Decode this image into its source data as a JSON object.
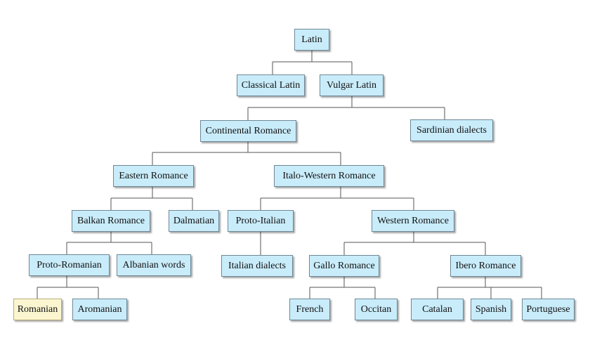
{
  "colors": {
    "node_fill": "#c9ecfa",
    "highlight_fill": "#fbf6d0",
    "line": "#555555"
  },
  "nodes": {
    "latin": "Latin",
    "classical_latin": "Classical Latin",
    "vulgar_latin": "Vulgar Latin",
    "continental_romance": "Continental Romance",
    "sardinian_dialects": "Sardinian dialects",
    "eastern_romance": "Eastern Romance",
    "italo_western_romance": "Italo-Western Romance",
    "balkan_romance": "Balkan Romance",
    "dalmatian": "Dalmatian",
    "proto_italian": "Proto-Italian",
    "western_romance": "Western Romance",
    "proto_romanian": "Proto-Romanian",
    "albanian_words": "Albanian words",
    "italian_dialects": "Italian dialects",
    "gallo_romance": "Gallo Romance",
    "ibero_romance": "Ibero Romance",
    "romanian": "Romanian",
    "aromanian": "Aromanian",
    "french": "French",
    "occitan": "Occitan",
    "catalan": "Catalan",
    "spanish": "Spanish",
    "portuguese": "Portuguese"
  }
}
